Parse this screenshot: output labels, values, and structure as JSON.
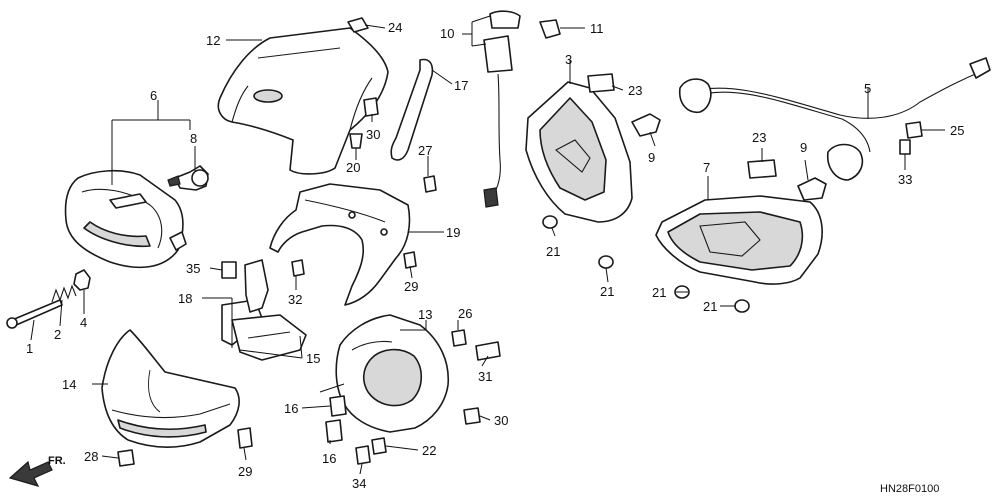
{
  "diagram": {
    "code": "HN28F0100",
    "front_marker": "FR.",
    "callouts": {
      "c1": "1",
      "c2": "2",
      "c3": "3",
      "c4": "4",
      "c5": "5",
      "c6": "6",
      "c7": "7",
      "c8": "8",
      "c9a": "9",
      "c9b": "9",
      "c10": "10",
      "c11": "11",
      "c12": "12",
      "c13": "13",
      "c14": "14",
      "c15": "15",
      "c16a": "16",
      "c16b": "16",
      "c17": "17",
      "c18": "18",
      "c19": "19",
      "c20": "20",
      "c21a": "21",
      "c21b": "21",
      "c21c": "21",
      "c21d": "21",
      "c22": "22",
      "c23a": "23",
      "c23b": "23",
      "c24": "24",
      "c25": "25",
      "c26": "26",
      "c27": "27",
      "c28": "28",
      "c29a": "29",
      "c29b": "29",
      "c30a": "30",
      "c30b": "30",
      "c31": "31",
      "c32": "32",
      "c33": "33",
      "c34": "34",
      "c35": "35"
    }
  }
}
